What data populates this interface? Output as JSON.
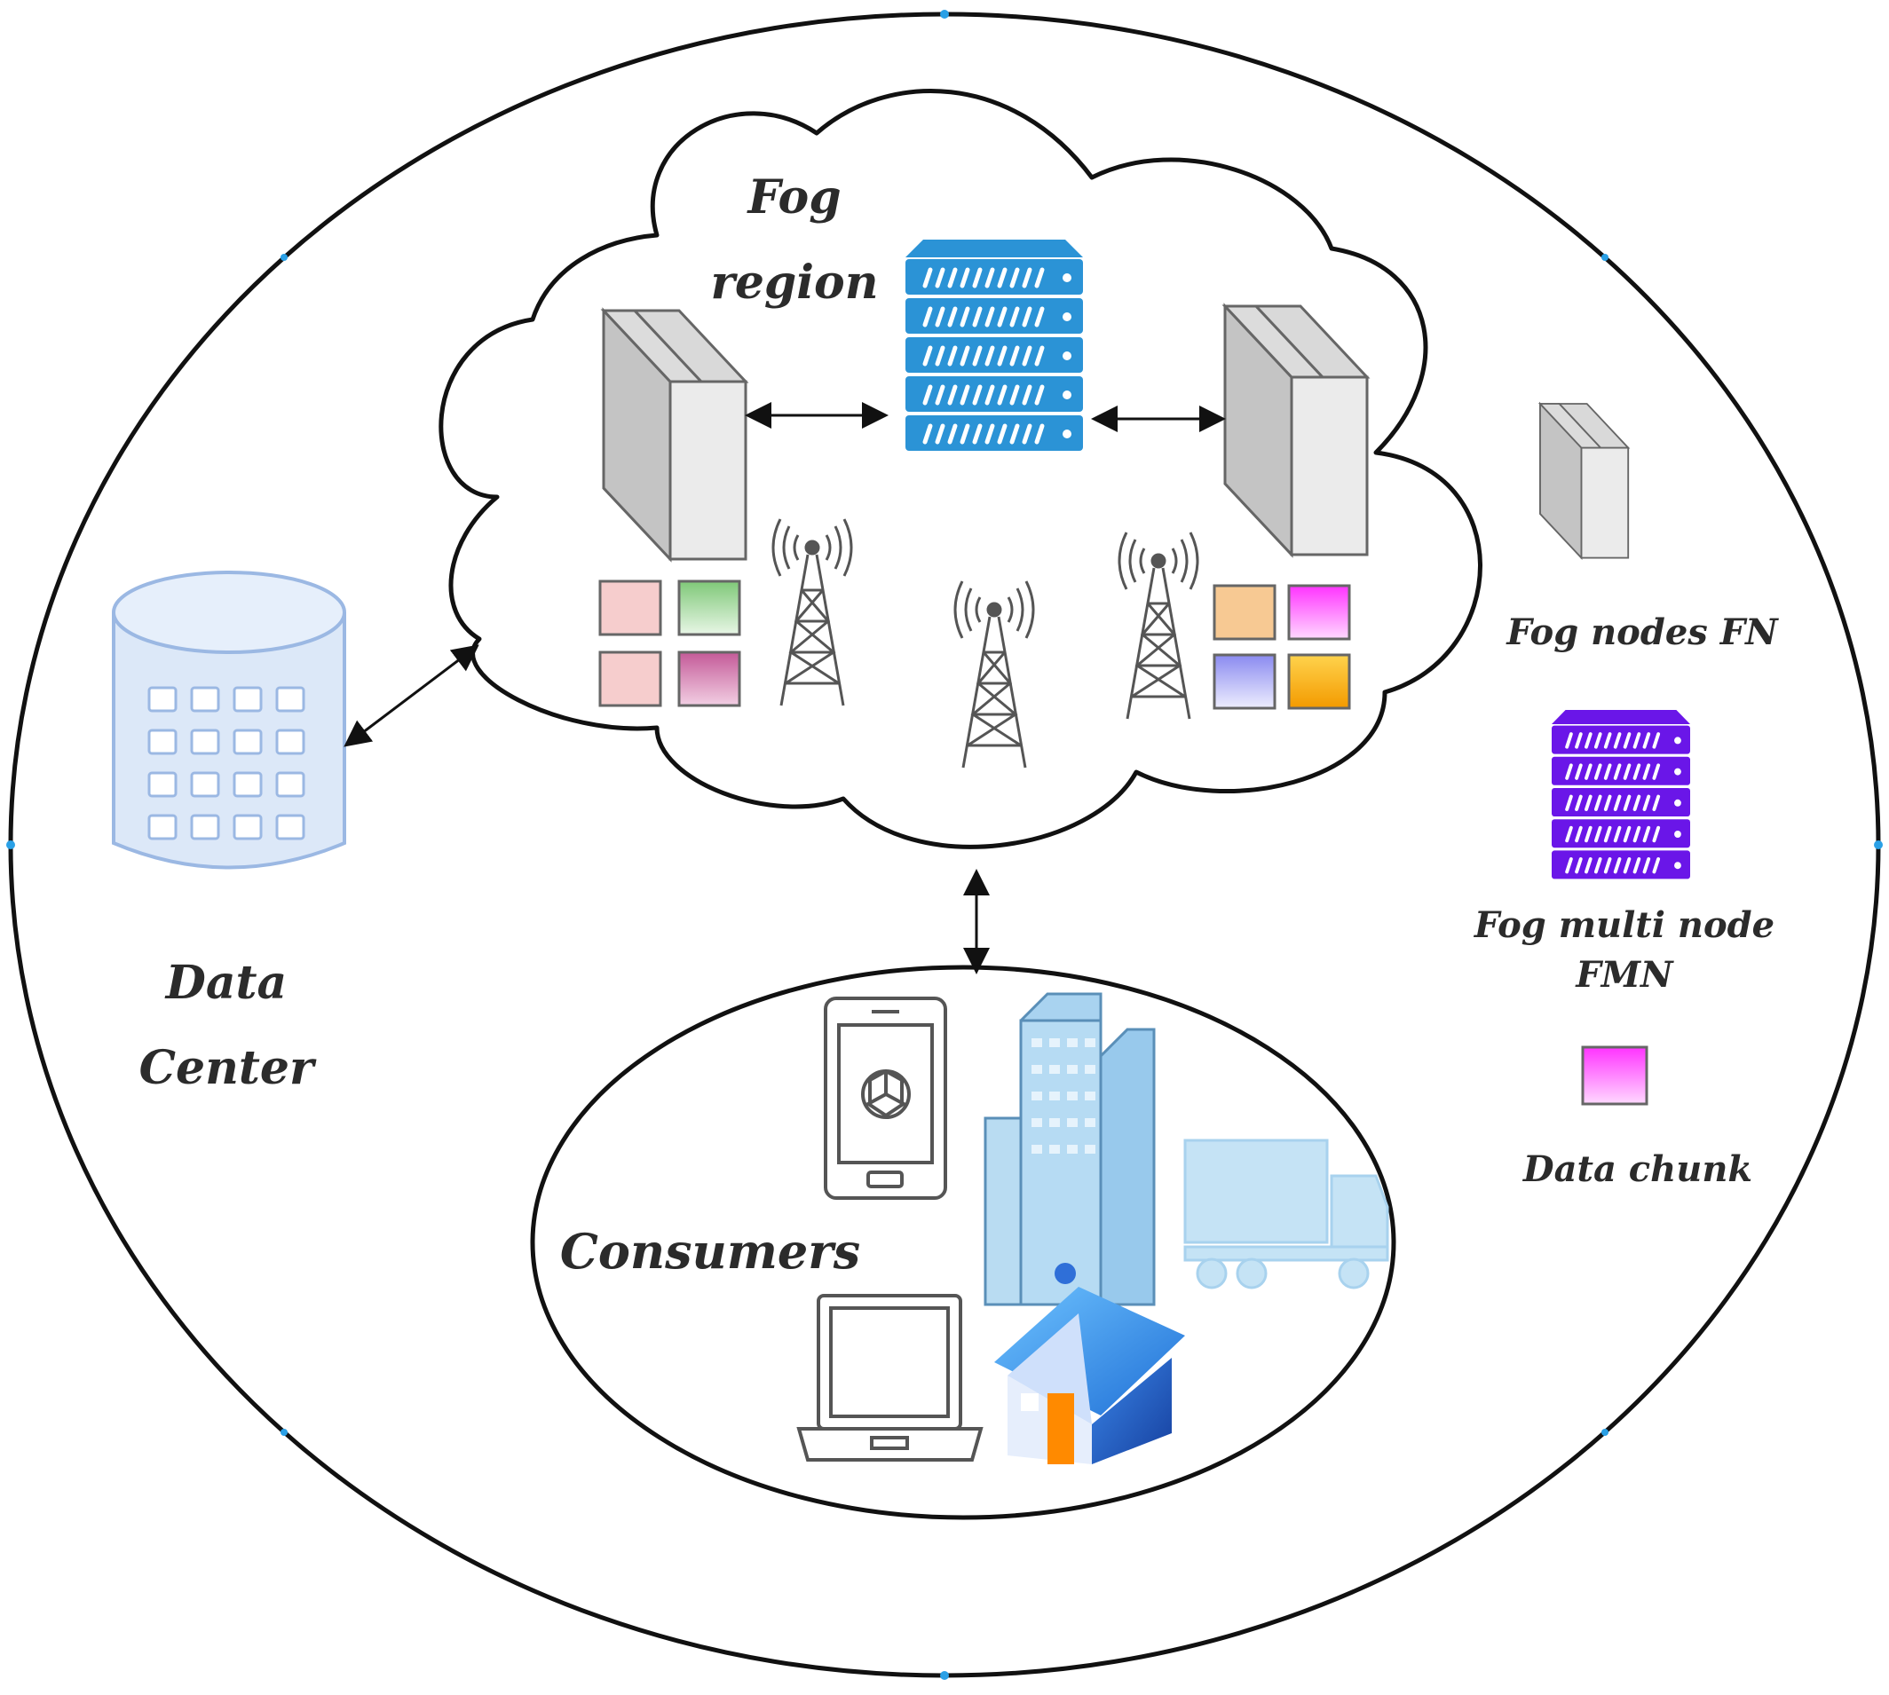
{
  "labels": {
    "fog_region": [
      "Fog",
      "region"
    ],
    "data_center": [
      "Data",
      "Center"
    ],
    "consumers": "Consumers",
    "fog_nodes": "Fog nodes FN",
    "fog_multi_node": [
      "Fog multi node",
      "FMN"
    ],
    "data_chunk": "Data chunk"
  },
  "colors": {
    "outline": "#111111",
    "fog_node_face": "#e6e6e6",
    "fog_node_side": "#cfcfcf",
    "fog_server_fill": "#2b93d6",
    "fmn_fill": "#6a16e8",
    "data_center_fill": "#dce8f8",
    "data_center_stroke": "#9bb8e3",
    "chunk_colors_left": [
      "#f4c6c6",
      "#9fd49a",
      "#f4c6c6",
      "#d78cb6"
    ],
    "chunk_colors_right": [
      "#f6c68e",
      "#ef44ef",
      "#a7a7f2",
      "#f8b216"
    ],
    "legend_chunk": "#ef44ef",
    "house_roof": "#2f8ff0",
    "house_wall": "#2a6ad8",
    "house_door": "#ff8a00",
    "building_fill": "#a9d3f0",
    "truck_fill": "#bfe0f4"
  },
  "icons": {
    "fog_node": "server-tower-icon",
    "fog_server": "rack-server-icon",
    "cell_tower": "cell-tower-icon",
    "database": "database-icon",
    "smartphone": "smartphone-icon",
    "buildings": "office-buildings-icon",
    "truck": "truck-icon",
    "laptop": "laptop-icon",
    "house": "house-icon"
  }
}
